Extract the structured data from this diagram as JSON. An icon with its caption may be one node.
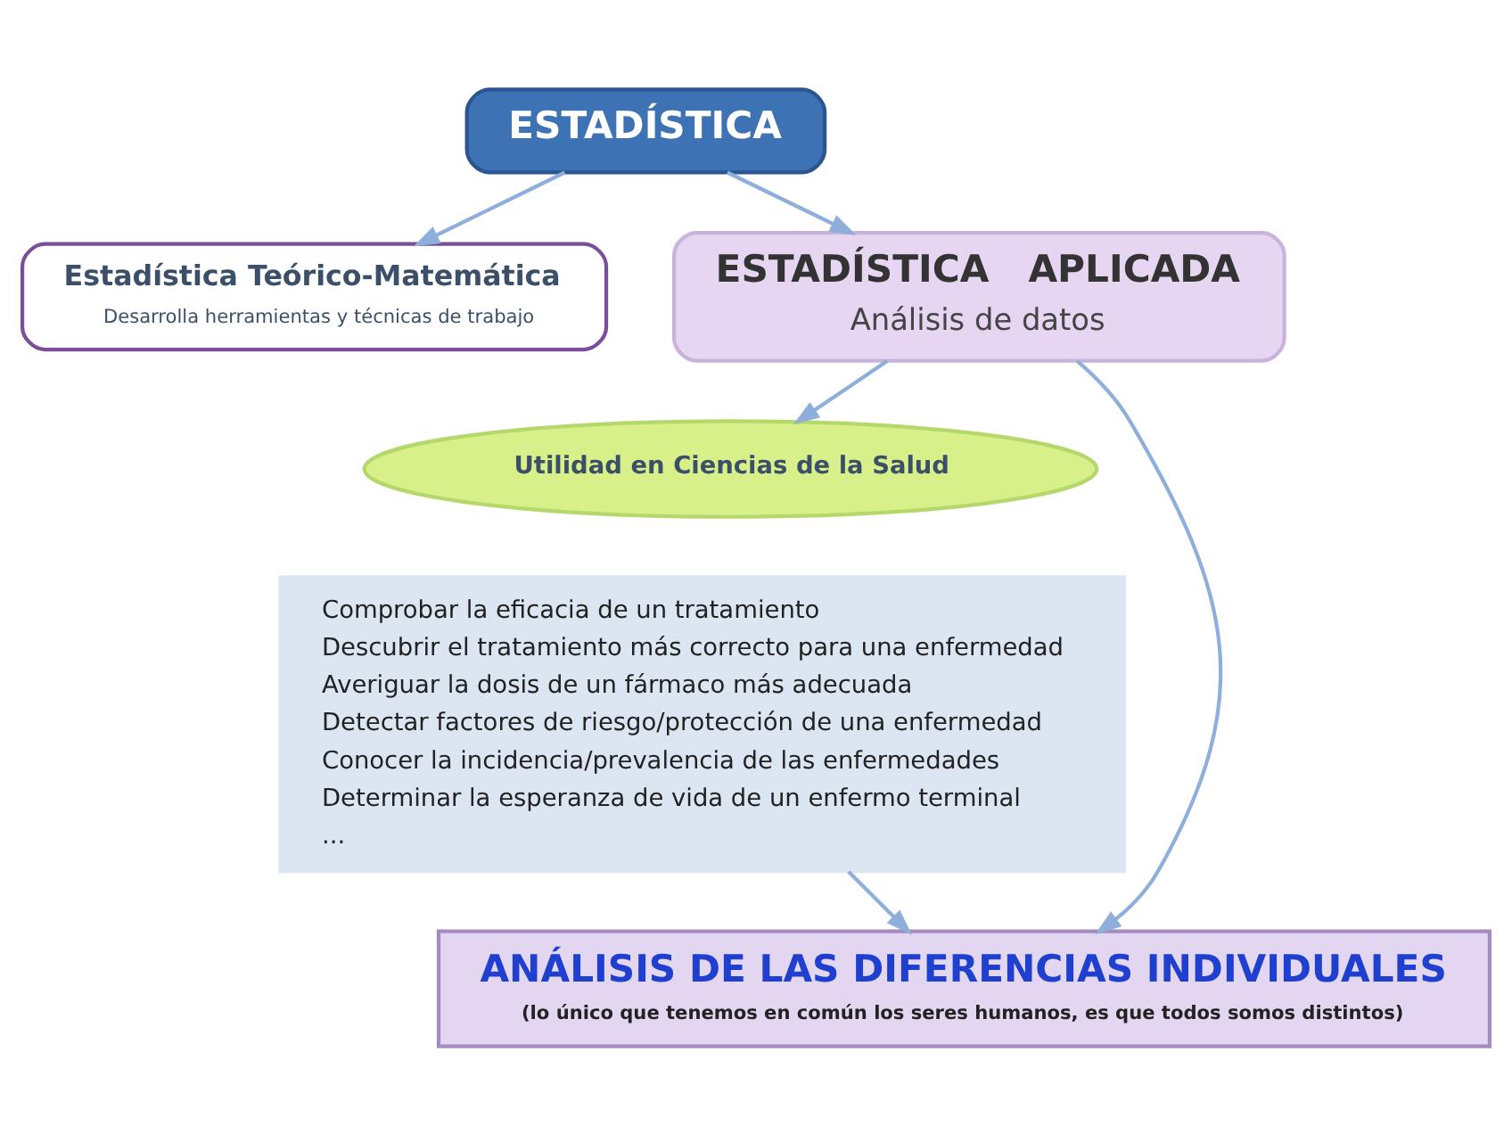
{
  "diagram": {
    "nodes": [
      {
        "text": [
          "ESTADÍSTICA"
        ]
      },
      {
        "text": [
          "Estadística Teórico-Matemática",
          "Desarrolla herramientas y técnicas de trabajo"
        ]
      },
      {
        "text": [
          "ESTADÍSTICA   APLICADA",
          "Análisis de datos"
        ]
      },
      {
        "text": [
          "Utilidad en Ciencias de la Salud"
        ]
      },
      {
        "text": [
          "Comprobar la eficacia de un tratamiento",
          "Descubrir el tratamiento más correcto para una enfermedad",
          "Averiguar la dosis de un fármaco más adecuada",
          "Detectar factores de riesgo/protección de una enfermedad",
          "Conocer la incidencia/prevalencia de las enfermedades",
          "Determinar la esperanza de vida de un enfermo terminal",
          "..."
        ]
      },
      {
        "text": [
          "ANÁLISIS DE LAS DIFERENCIAS INDIVIDUALES",
          "(lo único que tenemos en común los seres humanos, es que todos somos distintos)"
        ]
      }
    ],
    "edges": [
      {
        "from": 0,
        "to": 1,
        "arrow": "to"
      },
      {
        "from": 0,
        "to": 2,
        "arrow": "to"
      },
      {
        "from": 2,
        "to": 3,
        "arrow": "to"
      },
      {
        "from": 2,
        "to": 5,
        "arrow": "to"
      },
      {
        "from": 4,
        "to": 5,
        "arrow": "to"
      }
    ]
  }
}
